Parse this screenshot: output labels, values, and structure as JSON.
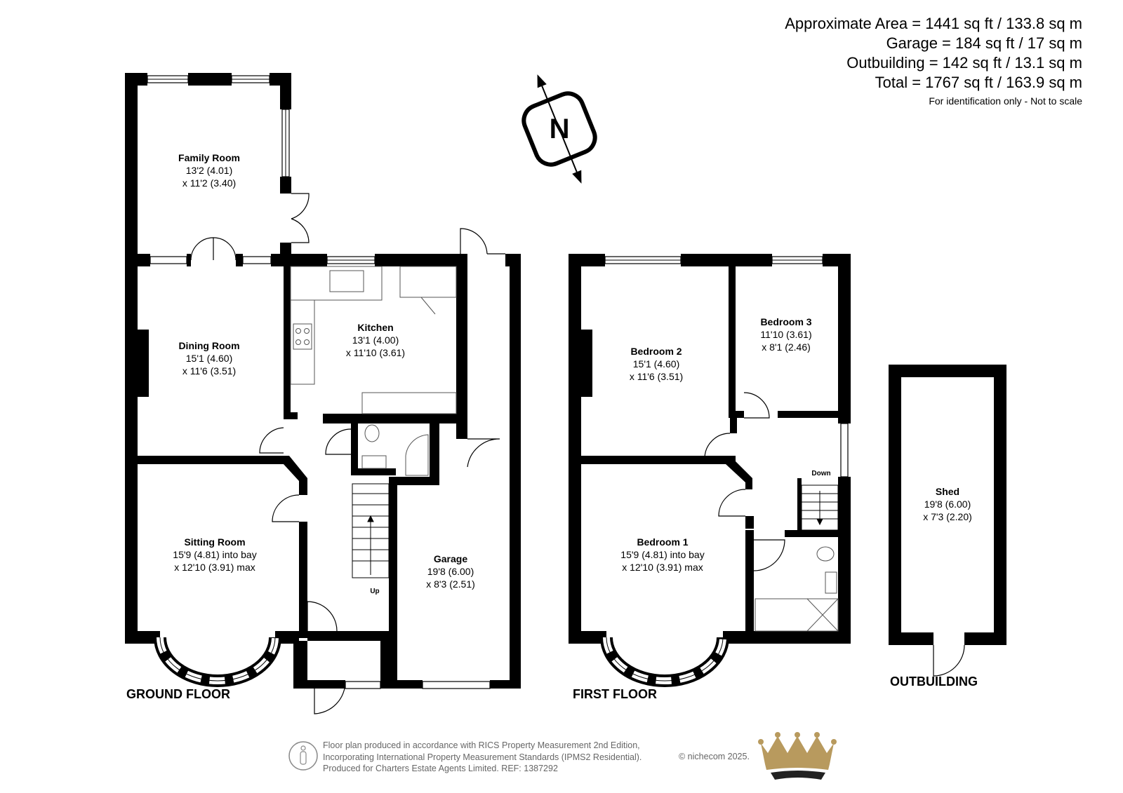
{
  "areas": {
    "line1": "Approximate Area = 1441 sq ft / 133.8 sq m",
    "line2": "Garage = 184 sq ft / 17 sq m",
    "line3": "Outbuilding = 142 sq ft / 13.1 sq m",
    "line4": "Total = 1767 sq ft / 163.9 sq m",
    "note": "For identification only - Not to scale"
  },
  "compass": {
    "letter": "N",
    "icon": "north-arrow-icon"
  },
  "rooms": {
    "family": {
      "name": "Family Room",
      "dim1": "13'2 (4.01)",
      "dim2": "x 11'2 (3.40)"
    },
    "dining": {
      "name": "Dining Room",
      "dim1": "15'1 (4.60)",
      "dim2": "x 11'6 (3.51)"
    },
    "kitchen": {
      "name": "Kitchen",
      "dim1": "13'1 (4.00)",
      "dim2": "x 11'10 (3.61)"
    },
    "sitting": {
      "name": "Sitting Room",
      "dim1": "15'9 (4.81) into bay",
      "dim2": "x 12'10 (3.91) max"
    },
    "garage": {
      "name": "Garage",
      "dim1": "19'8 (6.00)",
      "dim2": "x 8'3 (2.51)"
    },
    "bedroom2": {
      "name": "Bedroom 2",
      "dim1": "15'1 (4.60)",
      "dim2": "x 11'6 (3.51)"
    },
    "bedroom3": {
      "name": "Bedroom 3",
      "dim1": "11'10 (3.61)",
      "dim2": "x 8'1 (2.46)"
    },
    "bedroom1": {
      "name": "Bedroom 1",
      "dim1": "15'9 (4.81) into bay",
      "dim2": "x 12'10 (3.91) max"
    },
    "shed": {
      "name": "Shed",
      "dim1": "19'8 (6.00)",
      "dim2": "x 7'3 (2.20)"
    }
  },
  "stairs": {
    "up": "Up",
    "down": "Down"
  },
  "floors": {
    "ground": "GROUND FLOOR",
    "first": "FIRST FLOOR",
    "outbuilding": "OUTBUILDING"
  },
  "footer": {
    "line1": "Floor plan produced in accordance with RICS Property Measurement 2nd Edition,",
    "line2": "Incorporating International Property Measurement Standards (IPMS2 Residential).",
    "line3": "Produced for Charters Estate Agents Limited.   REF: 1387292",
    "copyright": "© nichecom 2025."
  },
  "colors": {
    "wall": "#000000",
    "logo_gold": "#b89a5e",
    "logo_dark": "#222222",
    "footer_text": "#666666"
  }
}
